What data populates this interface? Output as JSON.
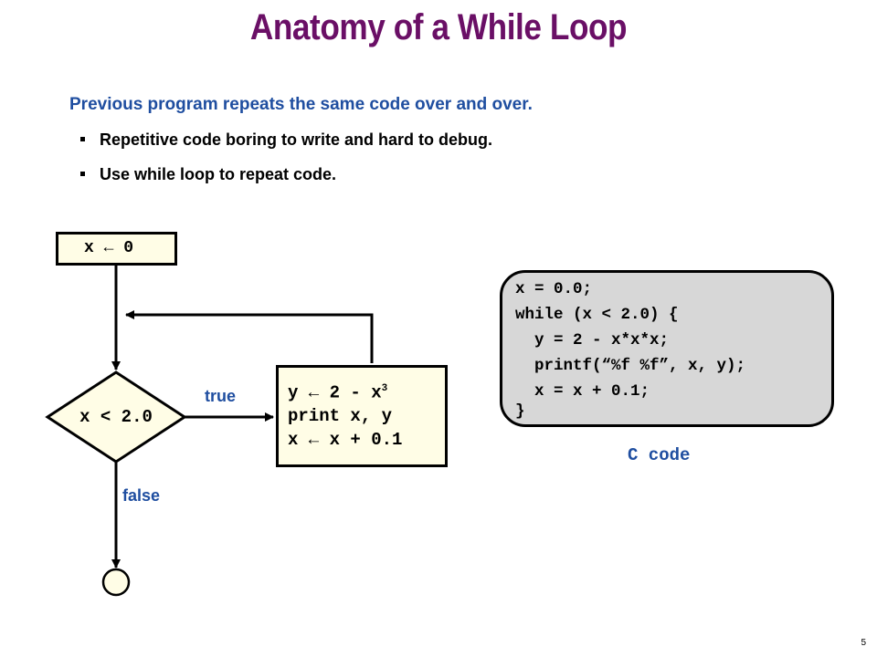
{
  "slide": {
    "title": "Anatomy of a While Loop",
    "lead": "Previous program repeats the same code over and over.",
    "bullets": [
      "Repetitive code boring to write and hard to debug.",
      "Use while loop to repeat code."
    ],
    "page_number": "5"
  },
  "flowchart": {
    "init": "x ← 0",
    "condition": "x < 2.0",
    "body_lines": [
      {
        "text": "y ← 2 - x",
        "sup": "3"
      },
      {
        "text": "print x, y",
        "sup": ""
      },
      {
        "text": "x ← x + 0.1",
        "sup": ""
      }
    ],
    "true_label": "true",
    "false_label": "false"
  },
  "code": {
    "lines": [
      "x = 0.0;",
      "while (x < 2.0) {",
      "  y = 2 - x*x*x;",
      "  printf(“%f %f”, x, y);",
      "  x = x + 0.1;",
      "}"
    ],
    "caption": "C code"
  },
  "colors": {
    "title": "#6a0f66",
    "text_accent": "#1f4ea0",
    "box_fill": "#fffde6",
    "code_fill": "#d7d7d7"
  }
}
